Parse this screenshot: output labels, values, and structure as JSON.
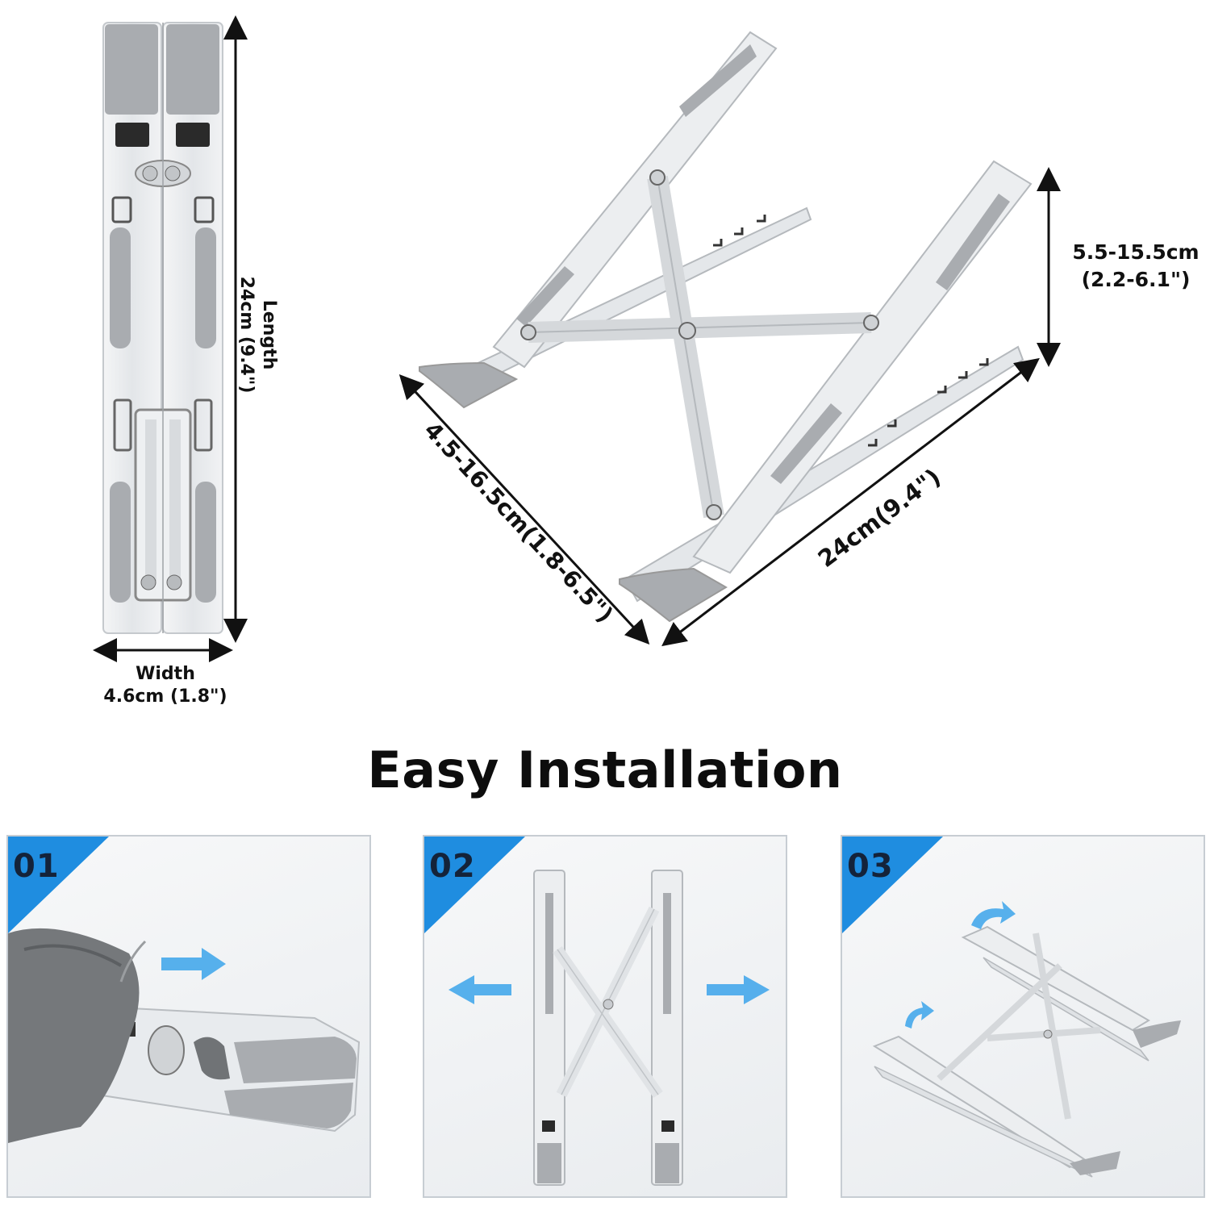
{
  "dimensions": {
    "length": {
      "label": "Length",
      "value": "24cm (9.4\")"
    },
    "width": {
      "label": "Width",
      "value": "4.6cm (1.8\")"
    },
    "height": {
      "line1": "5.5-15.5cm",
      "line2": "(2.2-6.1\")"
    },
    "depth": "4.5-16.5cm(1.8-6.5\")",
    "base_length": "24cm(9.4\")"
  },
  "section_title": "Easy Installation",
  "steps": [
    {
      "number": "01"
    },
    {
      "number": "02"
    },
    {
      "number": "03"
    }
  ],
  "colors": {
    "badge_blue": "#1f8de0",
    "arrow_blue": "#3ba3ea",
    "aluminum": "#dfe2e5",
    "pad_gray": "#a9acb0",
    "text": "#111111"
  }
}
